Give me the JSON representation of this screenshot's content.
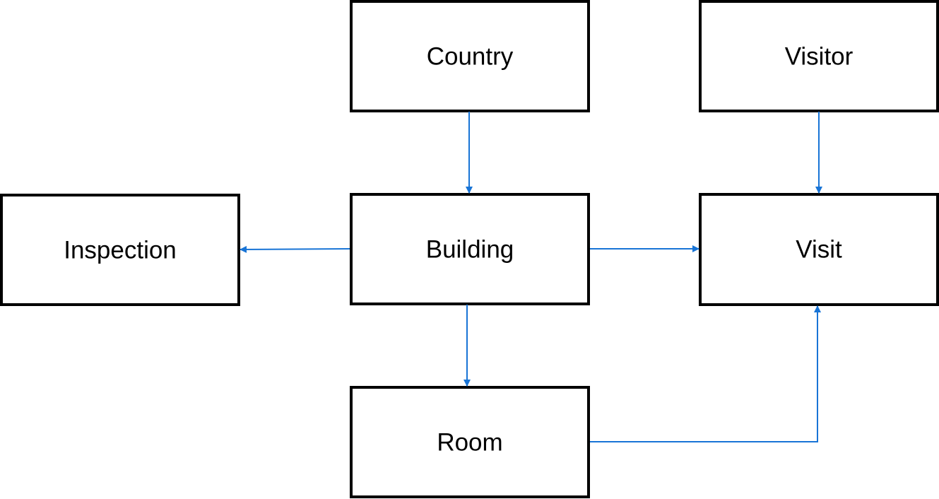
{
  "colors": {
    "connector": "#1874d6",
    "box_border": "#000000",
    "box_fill": "#ffffff",
    "text": "#000000"
  },
  "nodes": {
    "country": "Country",
    "visitor": "Visitor",
    "inspection": "Inspection",
    "building": "Building",
    "visit": "Visit",
    "room": "Room"
  },
  "edges": [
    {
      "from": "Country",
      "to": "Building"
    },
    {
      "from": "Visitor",
      "to": "Visit"
    },
    {
      "from": "Building",
      "to": "Inspection"
    },
    {
      "from": "Building",
      "to": "Visit"
    },
    {
      "from": "Building",
      "to": "Room"
    },
    {
      "from": "Room",
      "to": "Visit"
    }
  ]
}
